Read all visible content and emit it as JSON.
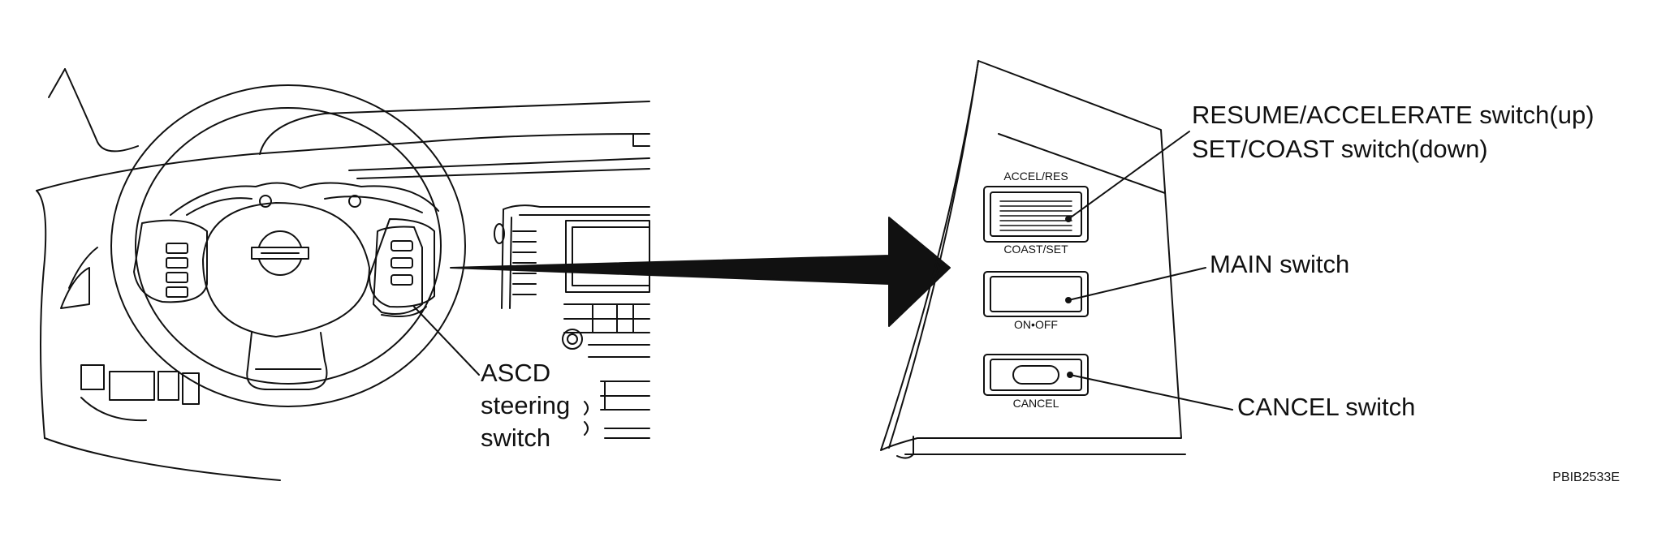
{
  "steering_callout": {
    "line1": "ASCD",
    "line2": "steering",
    "line3": "switch"
  },
  "panel_markings": {
    "accel_res": "ACCEL/RES",
    "coast_set": "COAST/SET",
    "on_off": "ON•OFF",
    "cancel": "CANCEL"
  },
  "callouts": {
    "resume_line1": "RESUME/ACCELERATE switch(up)",
    "resume_line2": "SET/COAST switch(down)",
    "main": "MAIN switch",
    "cancel": "CANCEL switch"
  },
  "figure_code": "PBIB2533E",
  "colors": {
    "ink": "#111111",
    "paper": "#ffffff"
  }
}
